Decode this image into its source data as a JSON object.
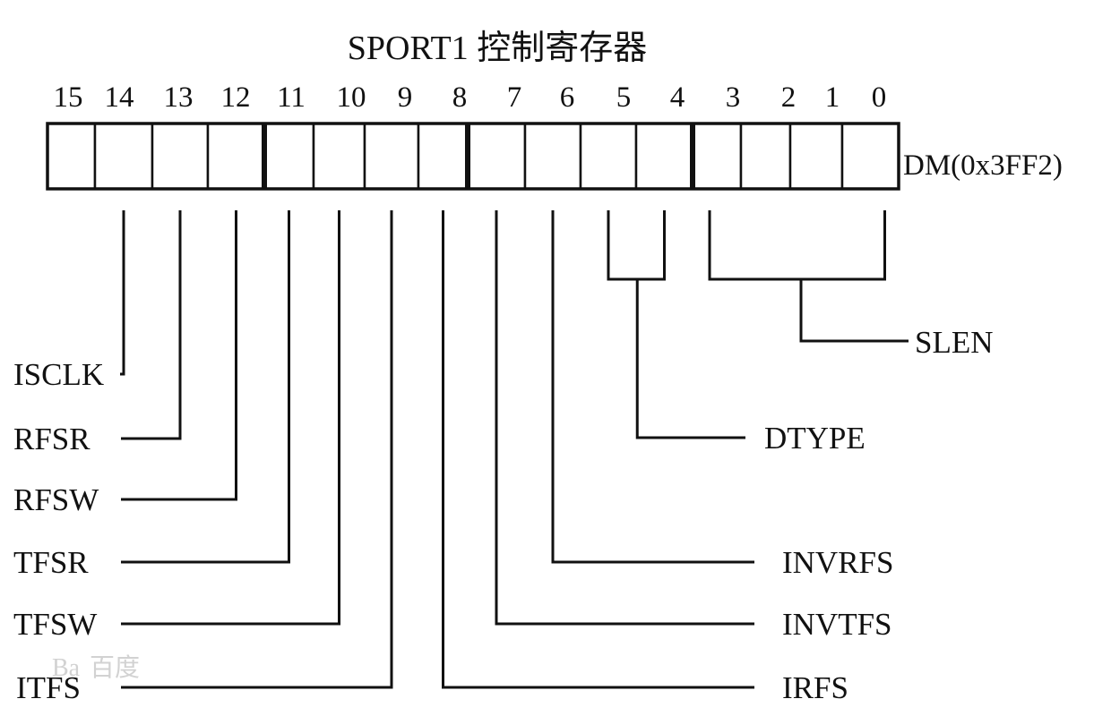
{
  "title": "SPORT1 控制寄存器",
  "register_address": "DM(0x3FF2)",
  "bits": [
    "15",
    "14",
    "13",
    "12",
    "11",
    "10",
    "9",
    "8",
    "7",
    "6",
    "5",
    "4",
    "3",
    "2",
    "1",
    "0"
  ],
  "fields": [
    {
      "name": "ISCLK",
      "bits": [
        14
      ]
    },
    {
      "name": "RFSR",
      "bits": [
        13
      ]
    },
    {
      "name": "RFSW",
      "bits": [
        12
      ]
    },
    {
      "name": "TFSR",
      "bits": [
        11
      ]
    },
    {
      "name": "TFSW",
      "bits": [
        10
      ]
    },
    {
      "name": "ITFS",
      "bits": [
        9
      ]
    },
    {
      "name": "IRFS",
      "bits": [
        8
      ]
    },
    {
      "name": "INVTFS",
      "bits": [
        7
      ]
    },
    {
      "name": "INVRFS",
      "bits": [
        6
      ]
    },
    {
      "name": "DTYPE",
      "bits": [
        5,
        4
      ]
    },
    {
      "name": "SLEN",
      "bits": [
        3,
        2,
        1,
        0
      ]
    }
  ],
  "watermark": "百度"
}
